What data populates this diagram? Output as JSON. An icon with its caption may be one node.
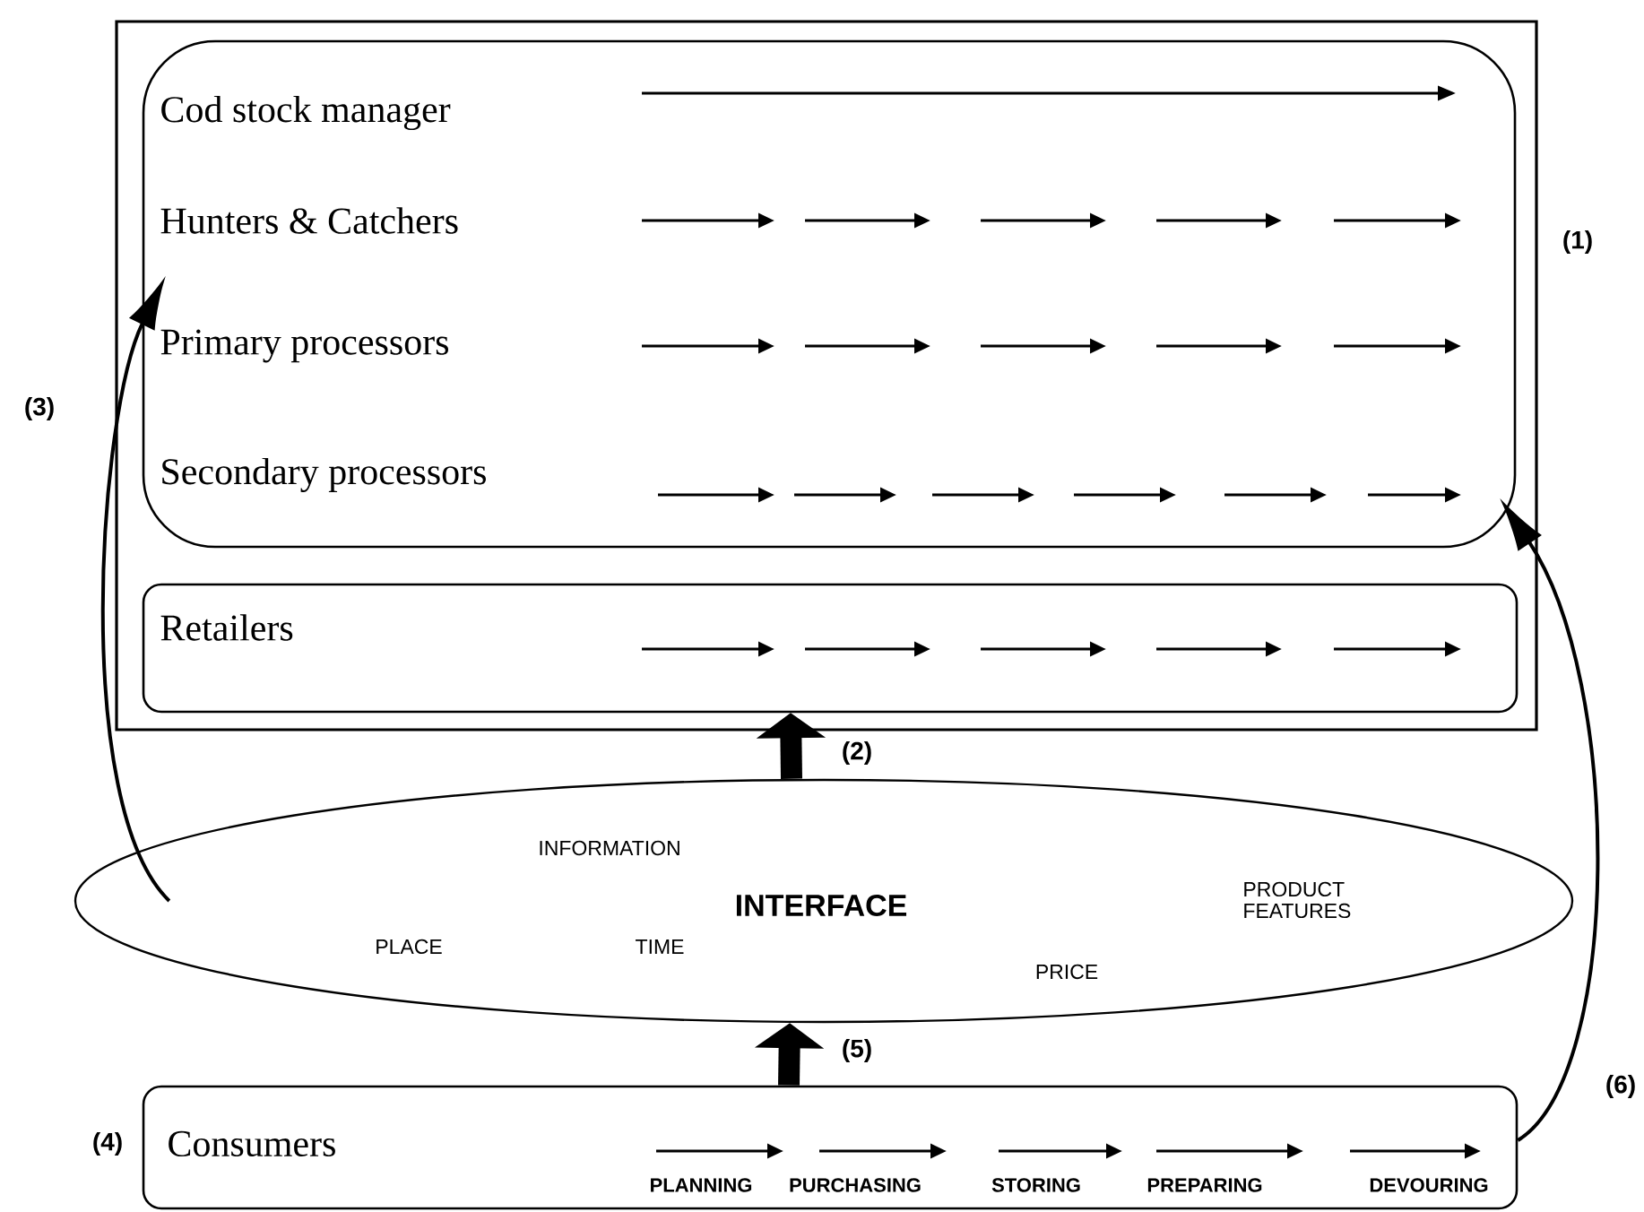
{
  "diagram": {
    "nodes": [
      {
        "text": [],
        "shape": "box",
        "beside": [
          "(1)"
        ]
      },
      {
        "text": [
          "Cod stock manager",
          "Hunters & Catchers",
          "Primary processors",
          "Secondary processors"
        ],
        "in": 0
      },
      {
        "text": [
          "Retailers"
        ],
        "in": 0
      },
      {
        "text": [
          "INTERFACE",
          "INFORMATION",
          "PLACE",
          "TIME",
          "PRICE",
          "PRODUCT FEATURES"
        ]
      },
      {
        "text": [
          "Consumers",
          "PLANNING",
          "PURCHASING",
          "STORING",
          "PREPARING",
          "DEVOURING"
        ],
        "beside": [
          "(4)"
        ]
      }
    ],
    "edges": [
      {
        "from": 3,
        "to": 2,
        "arrow": "to",
        "label": "(2)",
        "style": "thick"
      },
      {
        "from": 3,
        "to": 1,
        "arrow": "to",
        "label": "(3)"
      },
      {
        "from": 4,
        "to": 3,
        "arrow": "to",
        "label": "(5)",
        "style": "thick"
      },
      {
        "from": 4,
        "to": 1,
        "arrow": "to",
        "label": "(6)"
      }
    ]
  }
}
